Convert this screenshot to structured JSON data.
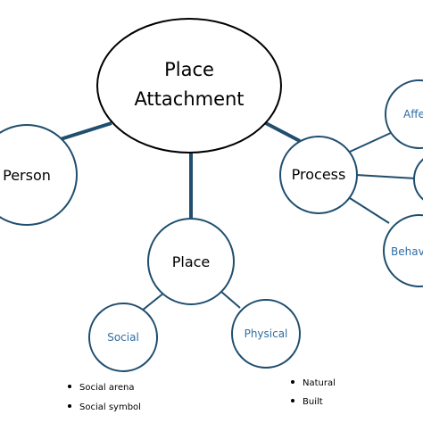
{
  "colors": {
    "connector": "#1f4e6e",
    "node_border": "#1f4e6e",
    "main_border": "#000000",
    "sub_label": "#2e6da4",
    "text": "#000000"
  },
  "main": {
    "line1": "Place",
    "line2": "Attachment"
  },
  "person": {
    "label": "Person"
  },
  "place": {
    "label": "Place"
  },
  "process": {
    "label": "Process"
  },
  "social": {
    "label": "Social",
    "bullets": [
      "Social arena",
      "Social symbol"
    ]
  },
  "physical": {
    "label": "Physical",
    "bullets": [
      "Natural",
      "Built"
    ]
  },
  "affect": {
    "label": "Affe"
  },
  "behavior": {
    "label": "Behav"
  }
}
